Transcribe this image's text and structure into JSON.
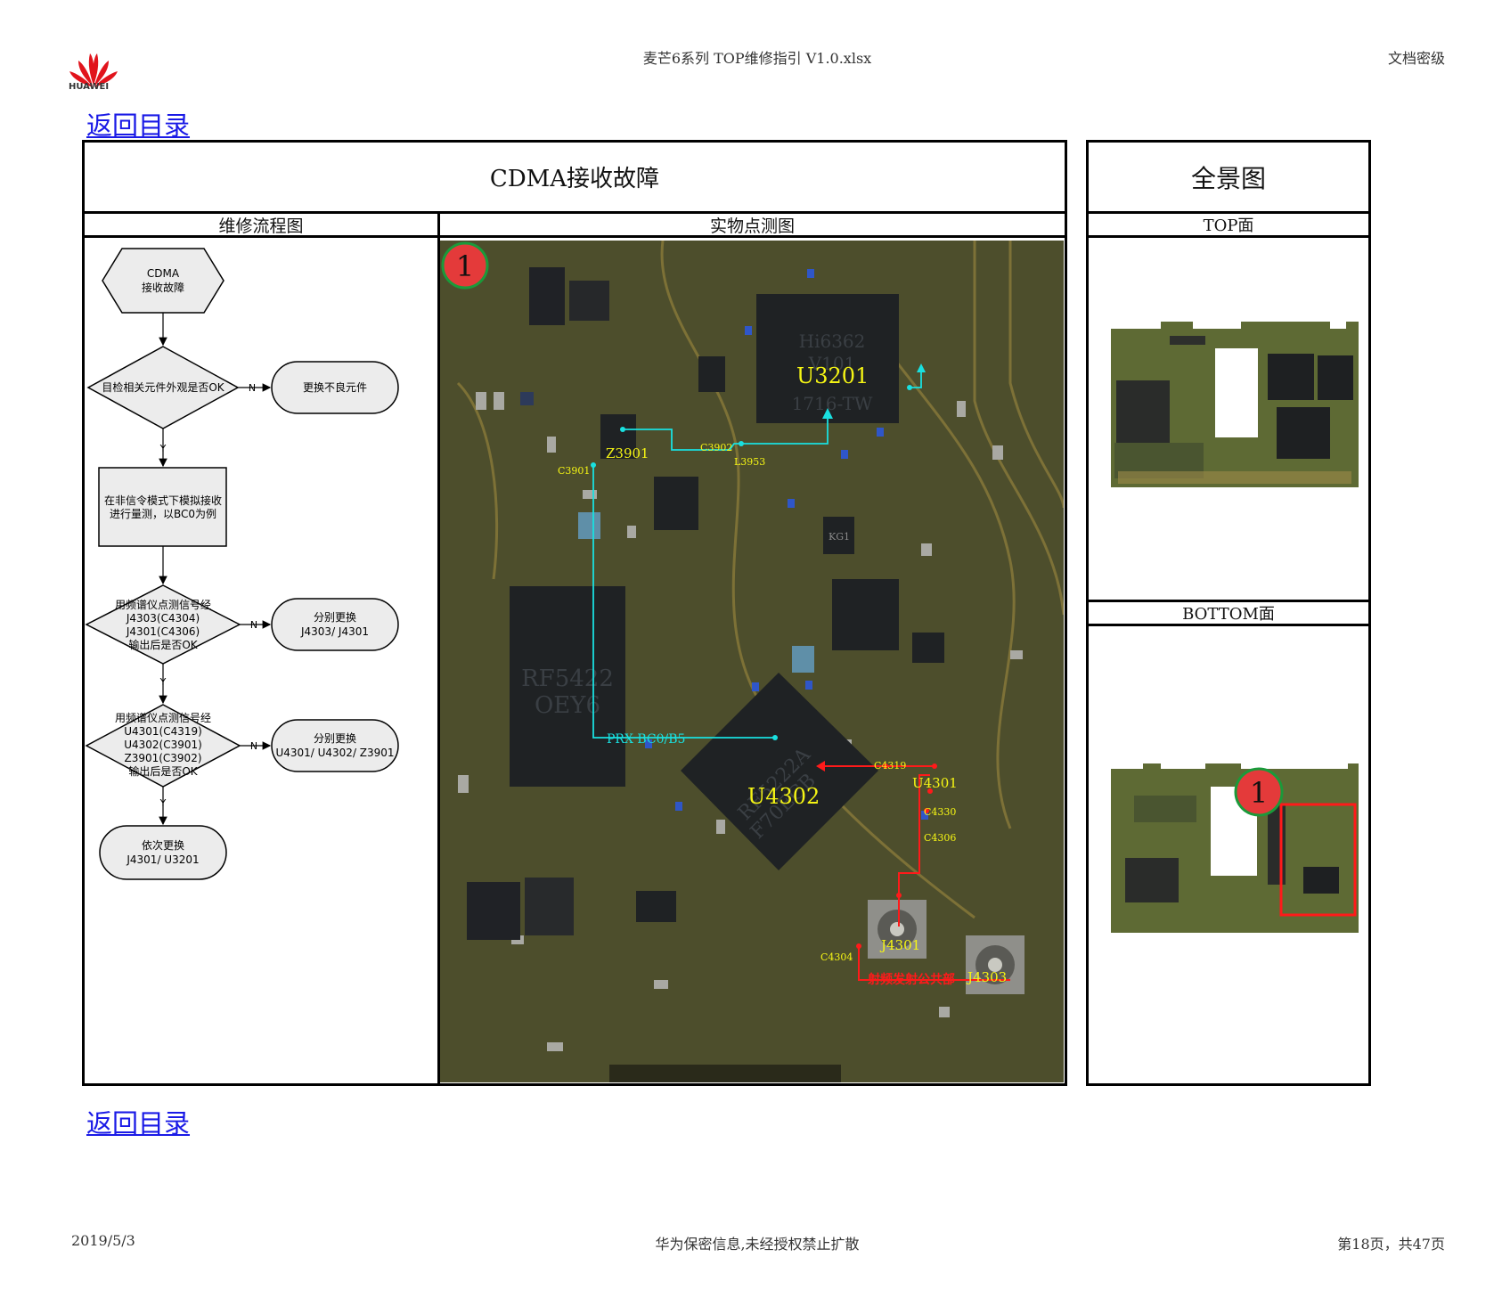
{
  "header": {
    "brand": "HUAWEI",
    "title": "麦芒6系列 TOP维修指引  V1.0.xlsx",
    "classification": "文档密级"
  },
  "nav": {
    "toc_link": "返回目录"
  },
  "main": {
    "title": "CDMA接收故障",
    "col_flow": "维修流程图",
    "col_photo": "实物点测图"
  },
  "side": {
    "title": "全景图",
    "top_label": "TOP面",
    "bottom_label": "BOTTOM面"
  },
  "flowchart": {
    "start": [
      "CDMA",
      "接收故障"
    ],
    "d1": "目检相关元件外观是否OK",
    "r1": "更换不良元件",
    "p1": [
      "在非信令模式下模拟接收",
      "进行量测，以BC0为例"
    ],
    "d2": [
      "用频谱仪点测信号经",
      "J4303(C4304)",
      "J4301(C4306)",
      "输出后是否OK"
    ],
    "r2": [
      "分别更换",
      "J4303/ J4301"
    ],
    "d3": [
      "用频谱仪点测信号经",
      "U4301(C4319)",
      "U4302(C3901)",
      "Z3901(C3902)",
      "输出后是否OK"
    ],
    "r3": [
      "分别更换",
      "U4301/ U4302/ Z3901"
    ],
    "end": [
      "依次更换",
      "J4301/ U3201"
    ],
    "yes": "Y",
    "no": "N"
  },
  "photo_labels": {
    "marker": "1",
    "u3201": "U3201",
    "z3901": "Z3901",
    "c3902": "C3902",
    "l3953": "L3953",
    "c3901": "C3901",
    "prx": "PRX BC0/B5",
    "u4302": "U4302",
    "u4301": "U4301",
    "c4319": "C4319",
    "c4330": "C4330",
    "c4306": "C4306",
    "j4301": "J4301",
    "c4304": "C4304",
    "j4303": "J4303",
    "rf_note": "射频发射公共部",
    "chip_u3201": "Hi6362",
    "chip_u3201_b": "V101",
    "chip_u3201_c": "1716-TW",
    "chip_rf": "RF5422",
    "chip_rf_b": "OEY6",
    "chip_u4302": "RF5222A",
    "chip_u4302_b": "F70ECB",
    "chip_kg": "KG1"
  },
  "bottom_marker": "1",
  "footer": {
    "date": "2019/5/3",
    "notice": "华为保密信息,未经授权禁止扩散",
    "page": "第18页，共47页"
  },
  "colors": {
    "pcb": "#4d4e2c",
    "trace_cyan": "#19e0e0",
    "trace_red": "#ff1a1a",
    "label_yellow": "#f5f514",
    "marker_green": "#1a9a3a"
  }
}
